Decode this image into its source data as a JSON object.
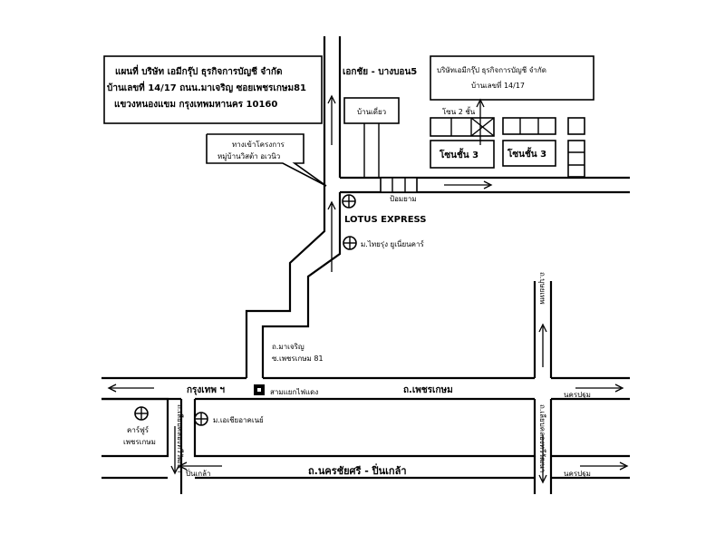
{
  "callout_main": {
    "line1": "แผนที่ บริษัท เอมีกรุ๊ป ธุรกิจการบัญชี จำกัด",
    "line2": "บ้านเลขที่ 14/17 ถนน.มาเจริญ ซอยเพชรเกษม81",
    "line3": "แขวงหนองแขม กรุงเทพมหานคร 10160"
  },
  "callout_company": {
    "line1": "บริษัทเอมีกรุ๊ป ธุรกิจการบัญชี จำกัด",
    "line2": "บ้านเลขที่ 14/17"
  },
  "callout_entrance": {
    "line1": "ทางเข้าโครงการ",
    "line2": "หมู่บ้านวิสต้า อเวนิว"
  },
  "labels": {
    "ekachai_bangbon": "เอกชัย - บางบอน5",
    "ban_diao": "บ้านเดี่ยว",
    "zone2": "โซน 2 ชั้น",
    "zone3_left": "โซนชั้น 3",
    "zone3_right": "โซนชั้น 3",
    "guard_post": "ป้อมยาม",
    "lotus_express": "LOTUS EXPRESS",
    "thai_rung": "ม.ไทยรุ่ง ยูเนี่ยนคาร์",
    "macharoen_line1": "ถ.มาเจริญ",
    "macharoen_line2": "ซ.เพชรเกษม 81",
    "bangkok": "กรุงเทพ ฯ",
    "sam_yaek": "สามแยกไฟแดง",
    "phetkasem": "ถ.เพชรเกษม",
    "asia_academy": "ม.เอเชียอาคเนย์",
    "carfour_line1": "คาร์ฟูร์",
    "carfour_line2": "เพชรเกษม",
    "nakhon_pathom_top": "นครปฐม",
    "nakhon_pathom_bottom": "นครปฐม",
    "pinklao": "ปิ่นเกล้า",
    "nakhon_chaisri": "ถ.นครชัยศรี - ปิ่นเกล้า",
    "left_vertical_road": "ถ.เลียบคลองทวีวัฒนา",
    "right_vertical_road_top": "ถ.บุษยเทพ",
    "right_vertical_road_bottom": "ถ.เลียบคลองทวีวัฒนา"
  }
}
